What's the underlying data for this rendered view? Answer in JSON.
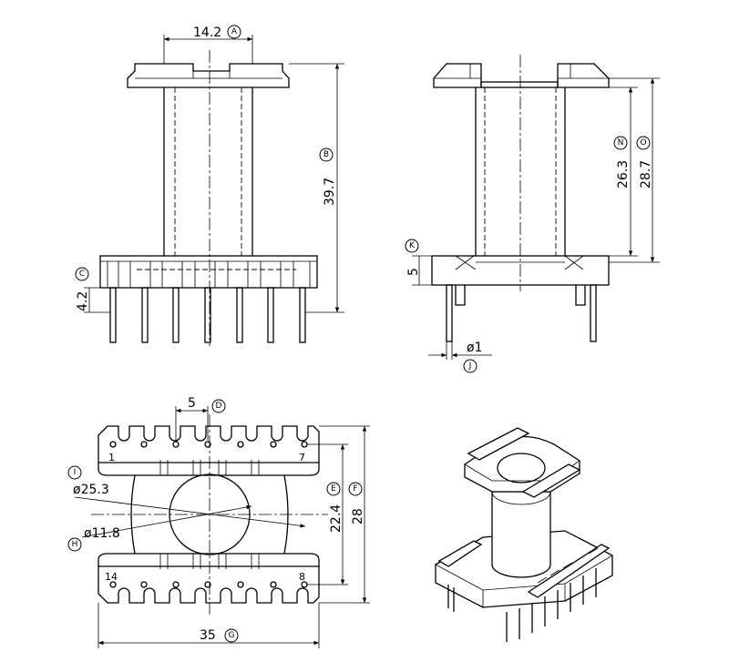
{
  "dimensions": {
    "A": {
      "value": "14.2",
      "marker": "A"
    },
    "B": {
      "value": "39.7",
      "marker": "B"
    },
    "C": {
      "value": "4.2",
      "marker": "C"
    },
    "N": {
      "value": "26.3",
      "marker": "N"
    },
    "O": {
      "value": "28.7",
      "marker": "O"
    },
    "K": {
      "value": "5",
      "marker": "K"
    },
    "J": {
      "value": "ø1",
      "marker": "J"
    },
    "D": {
      "value": "5",
      "marker": "D"
    },
    "E": {
      "value": "22.4",
      "marker": "E"
    },
    "F": {
      "value": "28",
      "marker": "F"
    },
    "G": {
      "value": "35",
      "marker": "G"
    },
    "I": {
      "value": "ø25.3",
      "marker": "I"
    },
    "H": {
      "value": "ø11.8",
      "marker": "H"
    }
  },
  "pin_labels": {
    "p1": "1",
    "p7": "7",
    "p14": "14",
    "p8": "8"
  }
}
